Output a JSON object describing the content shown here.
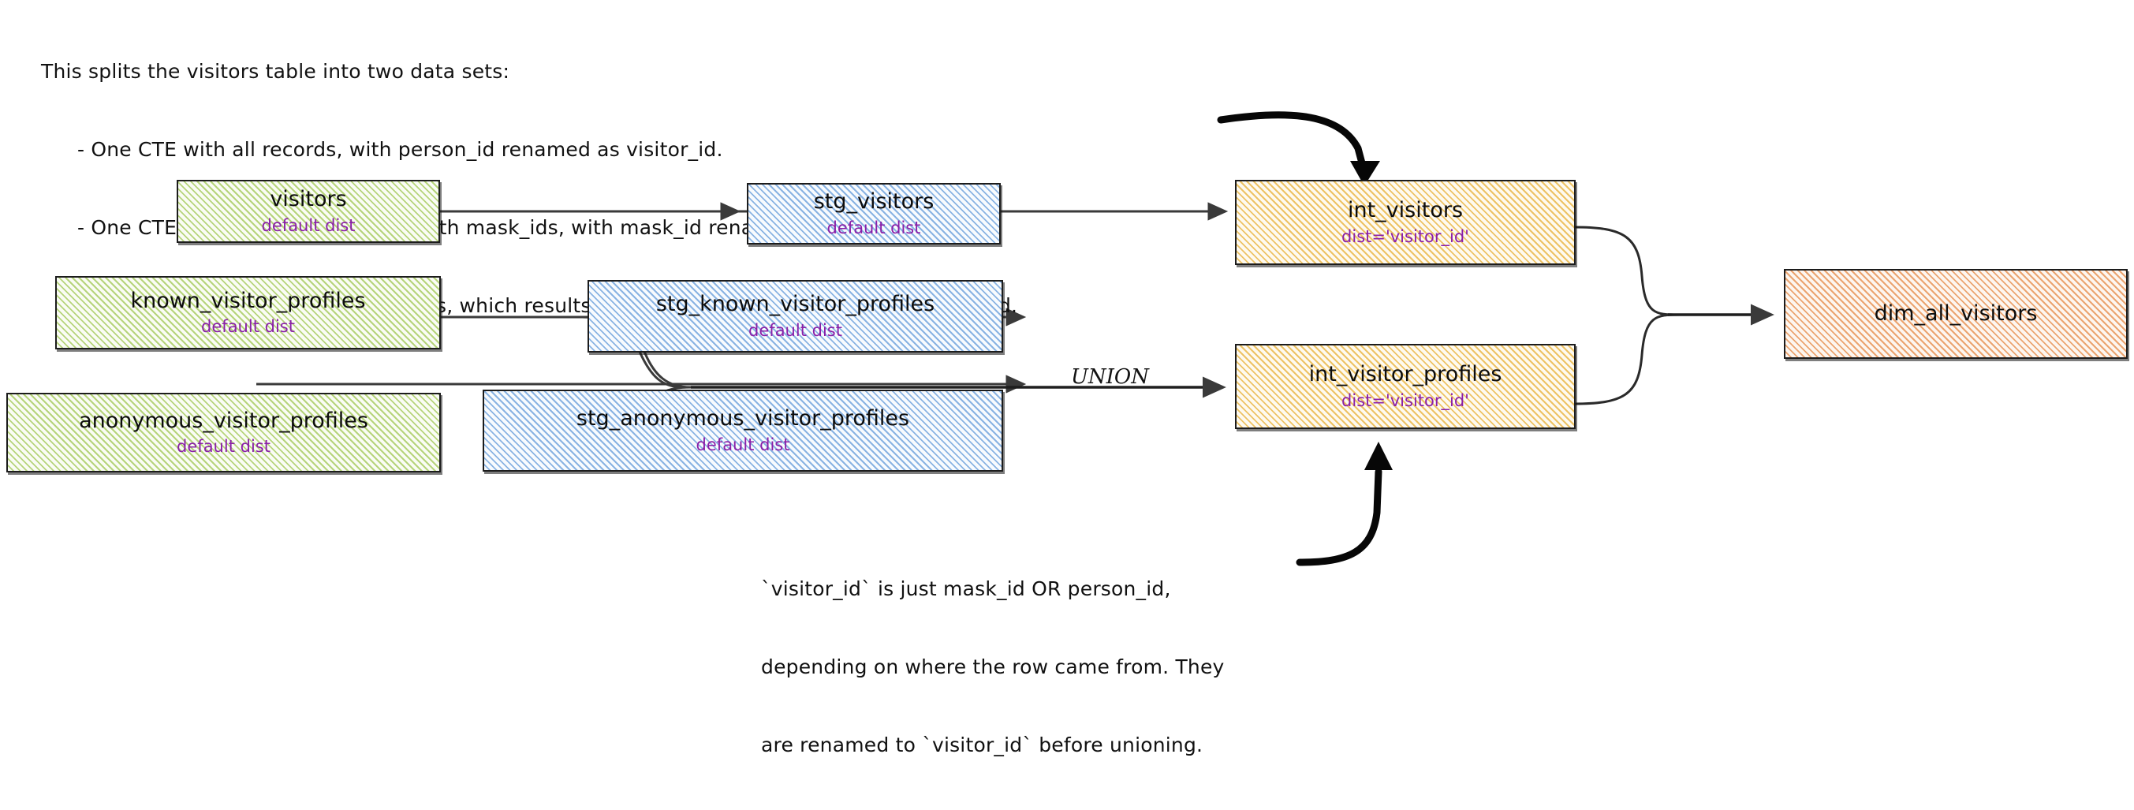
{
  "annotations": {
    "top": {
      "line1": "This splits the visitors table into two data sets:",
      "line2": "- One CTE with all records, with person_id renamed as visitor_id.",
      "line3": "- One CTE filtered to only records with mask_ids, with mask_id renamed as visitor_id",
      "line4": "- One CTE to union the two data sets, which results in a grain of one row per profile collected."
    },
    "bottom": {
      "line1": "`visitor_id` is just mask_id OR person_id,",
      "line2": "depending on where the row came from. They",
      "line3": "are renamed to `visitor_id` before unioning."
    }
  },
  "edges": {
    "union_label": "UNION"
  },
  "nodes": {
    "source_visitors": {
      "title": "visitors",
      "sub": "default dist"
    },
    "source_known_profiles": {
      "title": "known_visitor_profiles",
      "sub": "default dist"
    },
    "source_anonymous_profiles": {
      "title": "anonymous_visitor_profiles",
      "sub": "default dist"
    },
    "stg_visitors": {
      "title": "stg_visitors",
      "sub": "default dist"
    },
    "stg_known_profiles": {
      "title": "stg_known_visitor_profiles",
      "sub": "default dist"
    },
    "stg_anonymous_profiles": {
      "title": "stg_anonymous_visitor_profiles",
      "sub": "default dist"
    },
    "int_visitors": {
      "title": "int_visitors",
      "sub": "dist='visitor_id'"
    },
    "int_visitor_profiles": {
      "title": "int_visitor_profiles",
      "sub": "dist='visitor_id'"
    },
    "dim_all_visitors": {
      "title": "dim_all_visitors",
      "sub": ""
    }
  },
  "colors": {
    "source_fill": "#ddeebb",
    "staging_fill": "#cfe3f7",
    "intermediate_fill": "#fbe3ae",
    "mart_fill": "#f6cdae",
    "subtitle_text": "#8a1fa8",
    "stroke": "#1c1c1c"
  }
}
